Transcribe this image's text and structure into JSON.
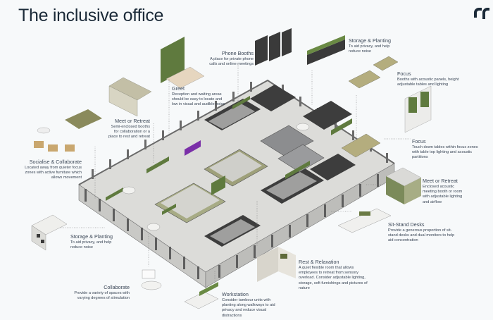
{
  "title": "The inclusive office",
  "logo": {
    "icon": "brand-logo-icon",
    "color": "#1b2a38"
  },
  "colors": {
    "text": "#3a4656",
    "olive": "#8a8a5c",
    "green": "#5f7a3e",
    "floor": "#d9d9d6",
    "wall": "#6e6e6e",
    "accent": "#7a2fa8"
  },
  "annotations": [
    {
      "id": "greet",
      "heading": "Greet",
      "body": "Reception and waiting areas should be easy to locate and low in visual and audible noise"
    },
    {
      "id": "phone-booths",
      "heading": "Phone Booths",
      "body": "A place for private phone calls and online meetings"
    },
    {
      "id": "storage-planting-top",
      "heading": "Storage & Planting",
      "body": "To aid privacy, and help reduce noise"
    },
    {
      "id": "focus-booths",
      "heading": "Focus",
      "body": "Booths with acoustic panels, height adjustable tables and lighting"
    },
    {
      "id": "meet-retreat-left",
      "heading": "Meet or Retreat",
      "body": "Semi-enclosed booths for collaboration or a place to rest and retreat"
    },
    {
      "id": "socialise",
      "heading": "Socialise & Collaborate",
      "body": "Located away from quieter focus zones with active furniture which allows movement"
    },
    {
      "id": "focus-tables",
      "heading": "Focus",
      "body": "Touch down tables within focus zones with table top lighting and acoustic partitions"
    },
    {
      "id": "meet-retreat-right",
      "heading": "Meet or Retreat",
      "body": "Enclosed acoustic meeting booth or room with adjustable lighting and airflow"
    },
    {
      "id": "sit-stand",
      "heading": "Sit-Stand Desks",
      "body": "Provide a generous proportion of sit-stand desks and dual monitors to help aid concentration"
    },
    {
      "id": "storage-planting-left",
      "heading": "Storage & Planting",
      "body": "To aid privacy, and help reduce noise"
    },
    {
      "id": "rest-relaxation",
      "heading": "Rest & Relaxation",
      "body": "A quiet flexible room that allows employees to retreat from sensory overload. Consider adjustable lighting, storage, soft furnishings and pictures of nature"
    },
    {
      "id": "collaborate",
      "heading": "Collaborate",
      "body": "Provide a variety of spaces with varying degrees of stimulation"
    },
    {
      "id": "workstation",
      "heading": "Workstation",
      "body": "Consider tambour units with planting along walkways to aid privacy and reduce visual distractions"
    }
  ]
}
